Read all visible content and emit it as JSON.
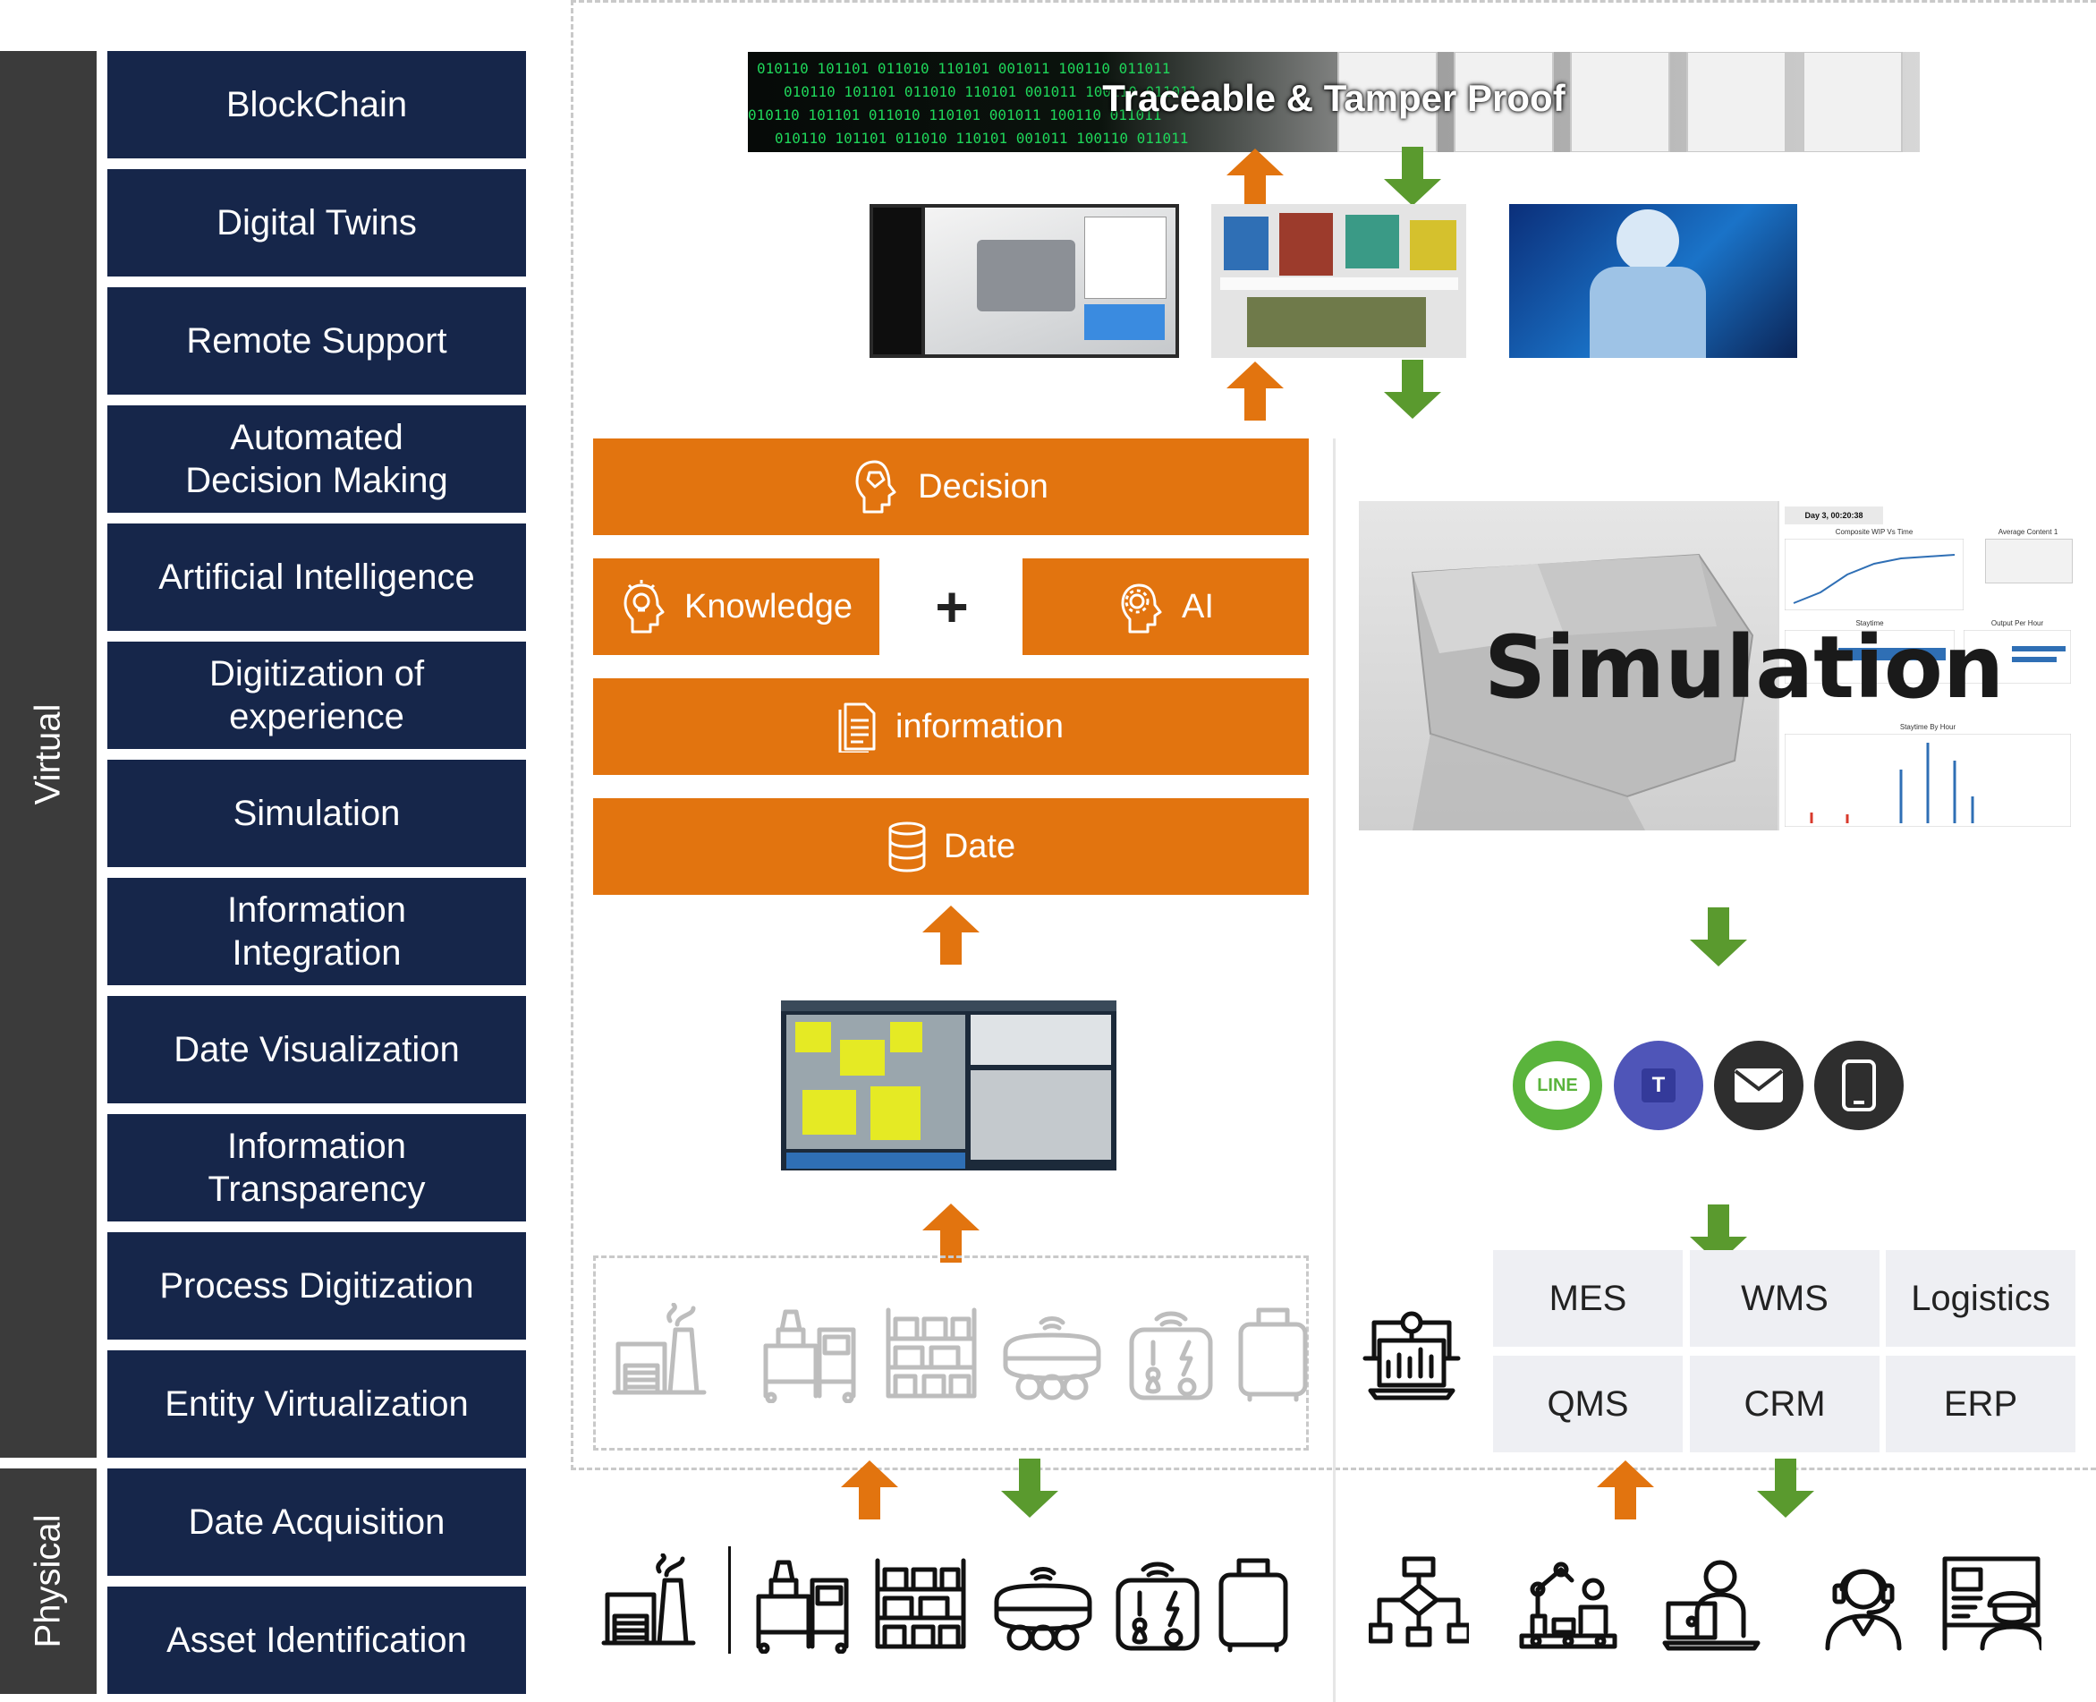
{
  "side_labels": {
    "virtual": "Virtual",
    "physical": "Physical"
  },
  "layers": [
    {
      "label": "BlockChain"
    },
    {
      "label": "Digital Twins"
    },
    {
      "label": "Remote Support"
    },
    {
      "label": "Automated\nDecision Making"
    },
    {
      "label": "Artificial Intelligence"
    },
    {
      "label": "Digitization of\nexperience"
    },
    {
      "label": "Simulation"
    },
    {
      "label": "Information\nIntegration"
    },
    {
      "label": "Date Visualization"
    },
    {
      "label": "Information\nTransparency"
    },
    {
      "label": "Process Digitization"
    },
    {
      "label": "Entity Virtualization"
    },
    {
      "label": "Date Acquisition"
    },
    {
      "label": "Asset Identification"
    }
  ],
  "blockchain_banner": {
    "title": "Traceable & Tamper Proof",
    "binary": "010110 101101 011010 110101 001011 100110 011011"
  },
  "pyramid": {
    "decision": "Decision",
    "knowledge": "Knowledge",
    "plus": "+",
    "ai": "AI",
    "information": "information",
    "date": "Date"
  },
  "simulation_panel": {
    "title": "Simulation",
    "clock": "Day 3, 00:20:38",
    "chart1_title": "Composite WIP Vs Time",
    "table_title": "Average Content 1",
    "chart2_title": "Staytime",
    "chart3_title": "Output Per Hour",
    "chart4_title": "Staytime By Hour"
  },
  "notify_icons": {
    "line": "LINE",
    "teams": "T"
  },
  "systems": [
    {
      "label": "MES"
    },
    {
      "label": "WMS"
    },
    {
      "label": "Logistics"
    },
    {
      "label": "QMS"
    },
    {
      "label": "CRM"
    },
    {
      "label": "ERP"
    }
  ],
  "colors": {
    "navy": "#16264a",
    "orange": "#e2740f",
    "green": "#5a9a2e",
    "side": "#3b3b3b"
  }
}
